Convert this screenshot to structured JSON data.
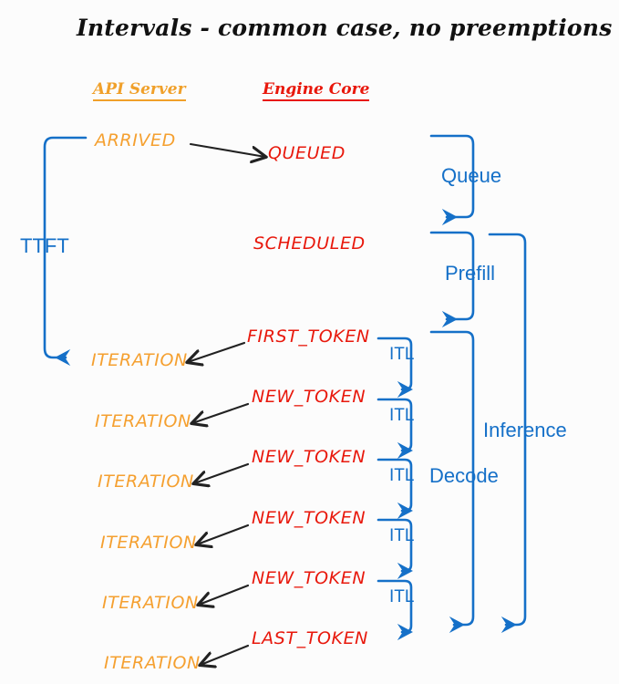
{
  "page": {
    "title": "Intervals - common case, no preemptions",
    "background": "#fcfcfc"
  },
  "colors": {
    "api_server": "#F5A030",
    "engine_core": "#E8180C",
    "interval": "#1570C8",
    "arrow_black": "#222222"
  },
  "columns": [
    {
      "id": "api-server",
      "label": "API Server",
      "color": "#F5A030"
    },
    {
      "id": "engine-core",
      "label": "Engine Core",
      "color": "#E8180C"
    }
  ],
  "api_events": [
    {
      "label": "ARRIVED"
    },
    {
      "label": "ITERATION"
    },
    {
      "label": "ITERATION"
    },
    {
      "label": "ITERATION"
    },
    {
      "label": "ITERATION"
    },
    {
      "label": "ITERATION"
    },
    {
      "label": "ITERATION"
    }
  ],
  "engine_events": [
    {
      "label": "QUEUED"
    },
    {
      "label": "SCHEDULED"
    },
    {
      "label": "FIRST_TOKEN"
    },
    {
      "label": "NEW_TOKEN"
    },
    {
      "label": "NEW_TOKEN"
    },
    {
      "label": "NEW_TOKEN"
    },
    {
      "label": "NEW_TOKEN"
    },
    {
      "label": "LAST_TOKEN"
    }
  ],
  "intervals": {
    "ttft": "TTFT",
    "queue": "Queue",
    "prefill": "Prefill",
    "decode": "Decode",
    "inference": "Inference",
    "itl": [
      "ITL",
      "ITL",
      "ITL",
      "ITL",
      "ITL"
    ]
  }
}
